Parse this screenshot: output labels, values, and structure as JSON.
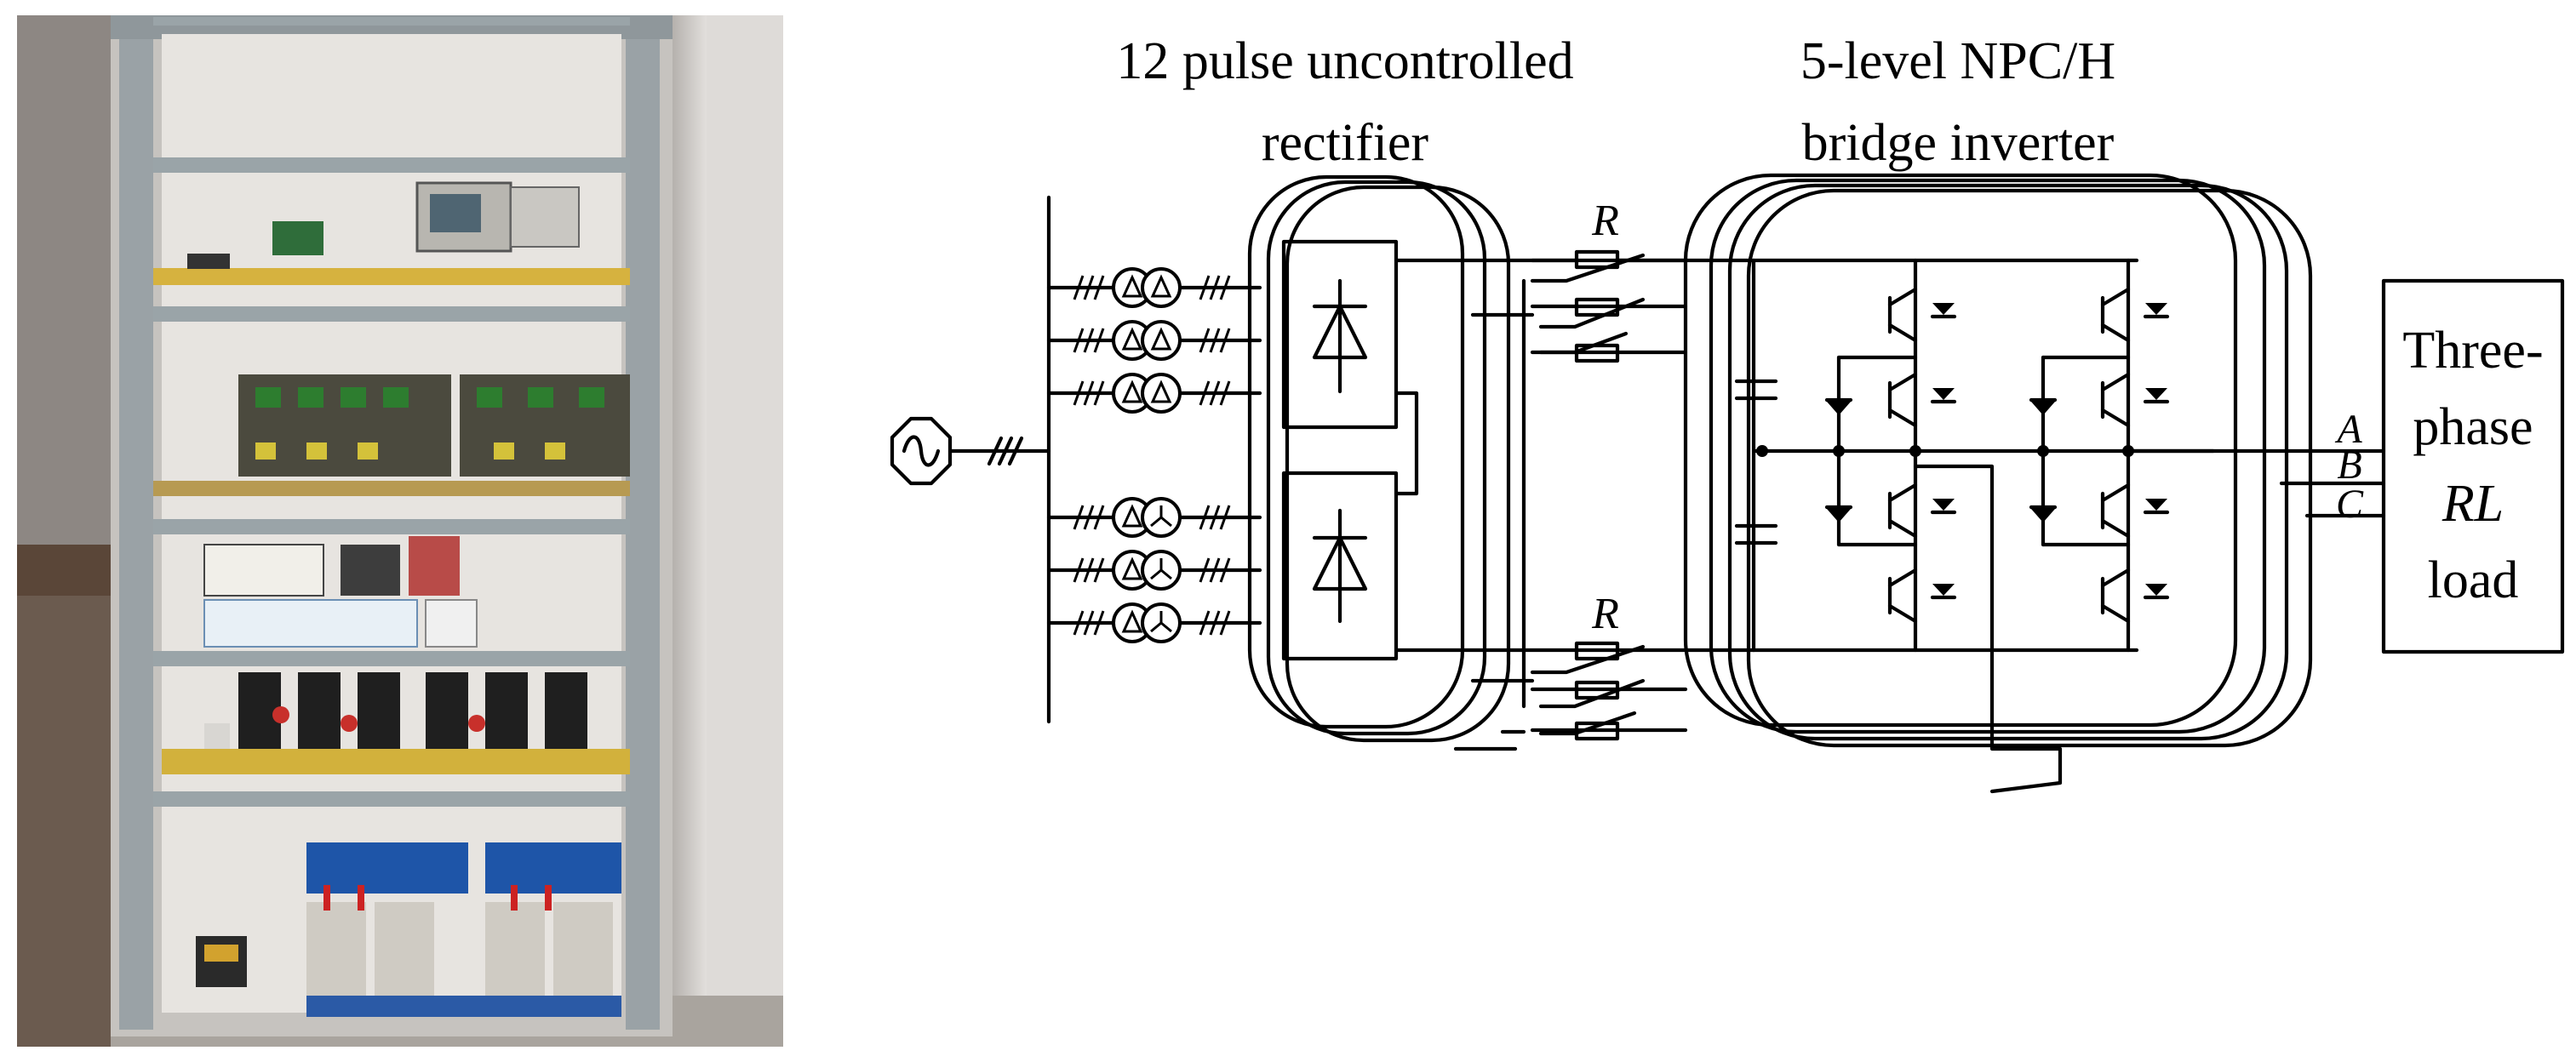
{
  "photo": {
    "name": "Experimental cabinet photograph",
    "colors": {
      "wall": "#c9c4c2",
      "frame": "#9aa4a8",
      "shelf": "#d6b23f",
      "transformer": "#1e55a8",
      "floor": "#b8b4ae"
    }
  },
  "schematic": {
    "rectifier_label": [
      "12 pulse uncontrolled",
      "rectifier"
    ],
    "inverter_label": [
      "5-level NPC/H",
      "bridge inverter"
    ],
    "resistor_label_top": "R",
    "resistor_label_bottom": "R",
    "phase_labels": [
      "A",
      "B",
      "C"
    ],
    "load_label_line1": "Three-",
    "load_label_line2": "phase",
    "load_label_line3": "RL",
    "load_label_line4": "load",
    "source_icon": "ac-source-icon",
    "transformer_icon": "delta-wye-transformer-icon",
    "diode_icon": "diode-icon",
    "igbt_icon": "igbt-icon",
    "capacitor_icon": "capacitor-icon"
  }
}
